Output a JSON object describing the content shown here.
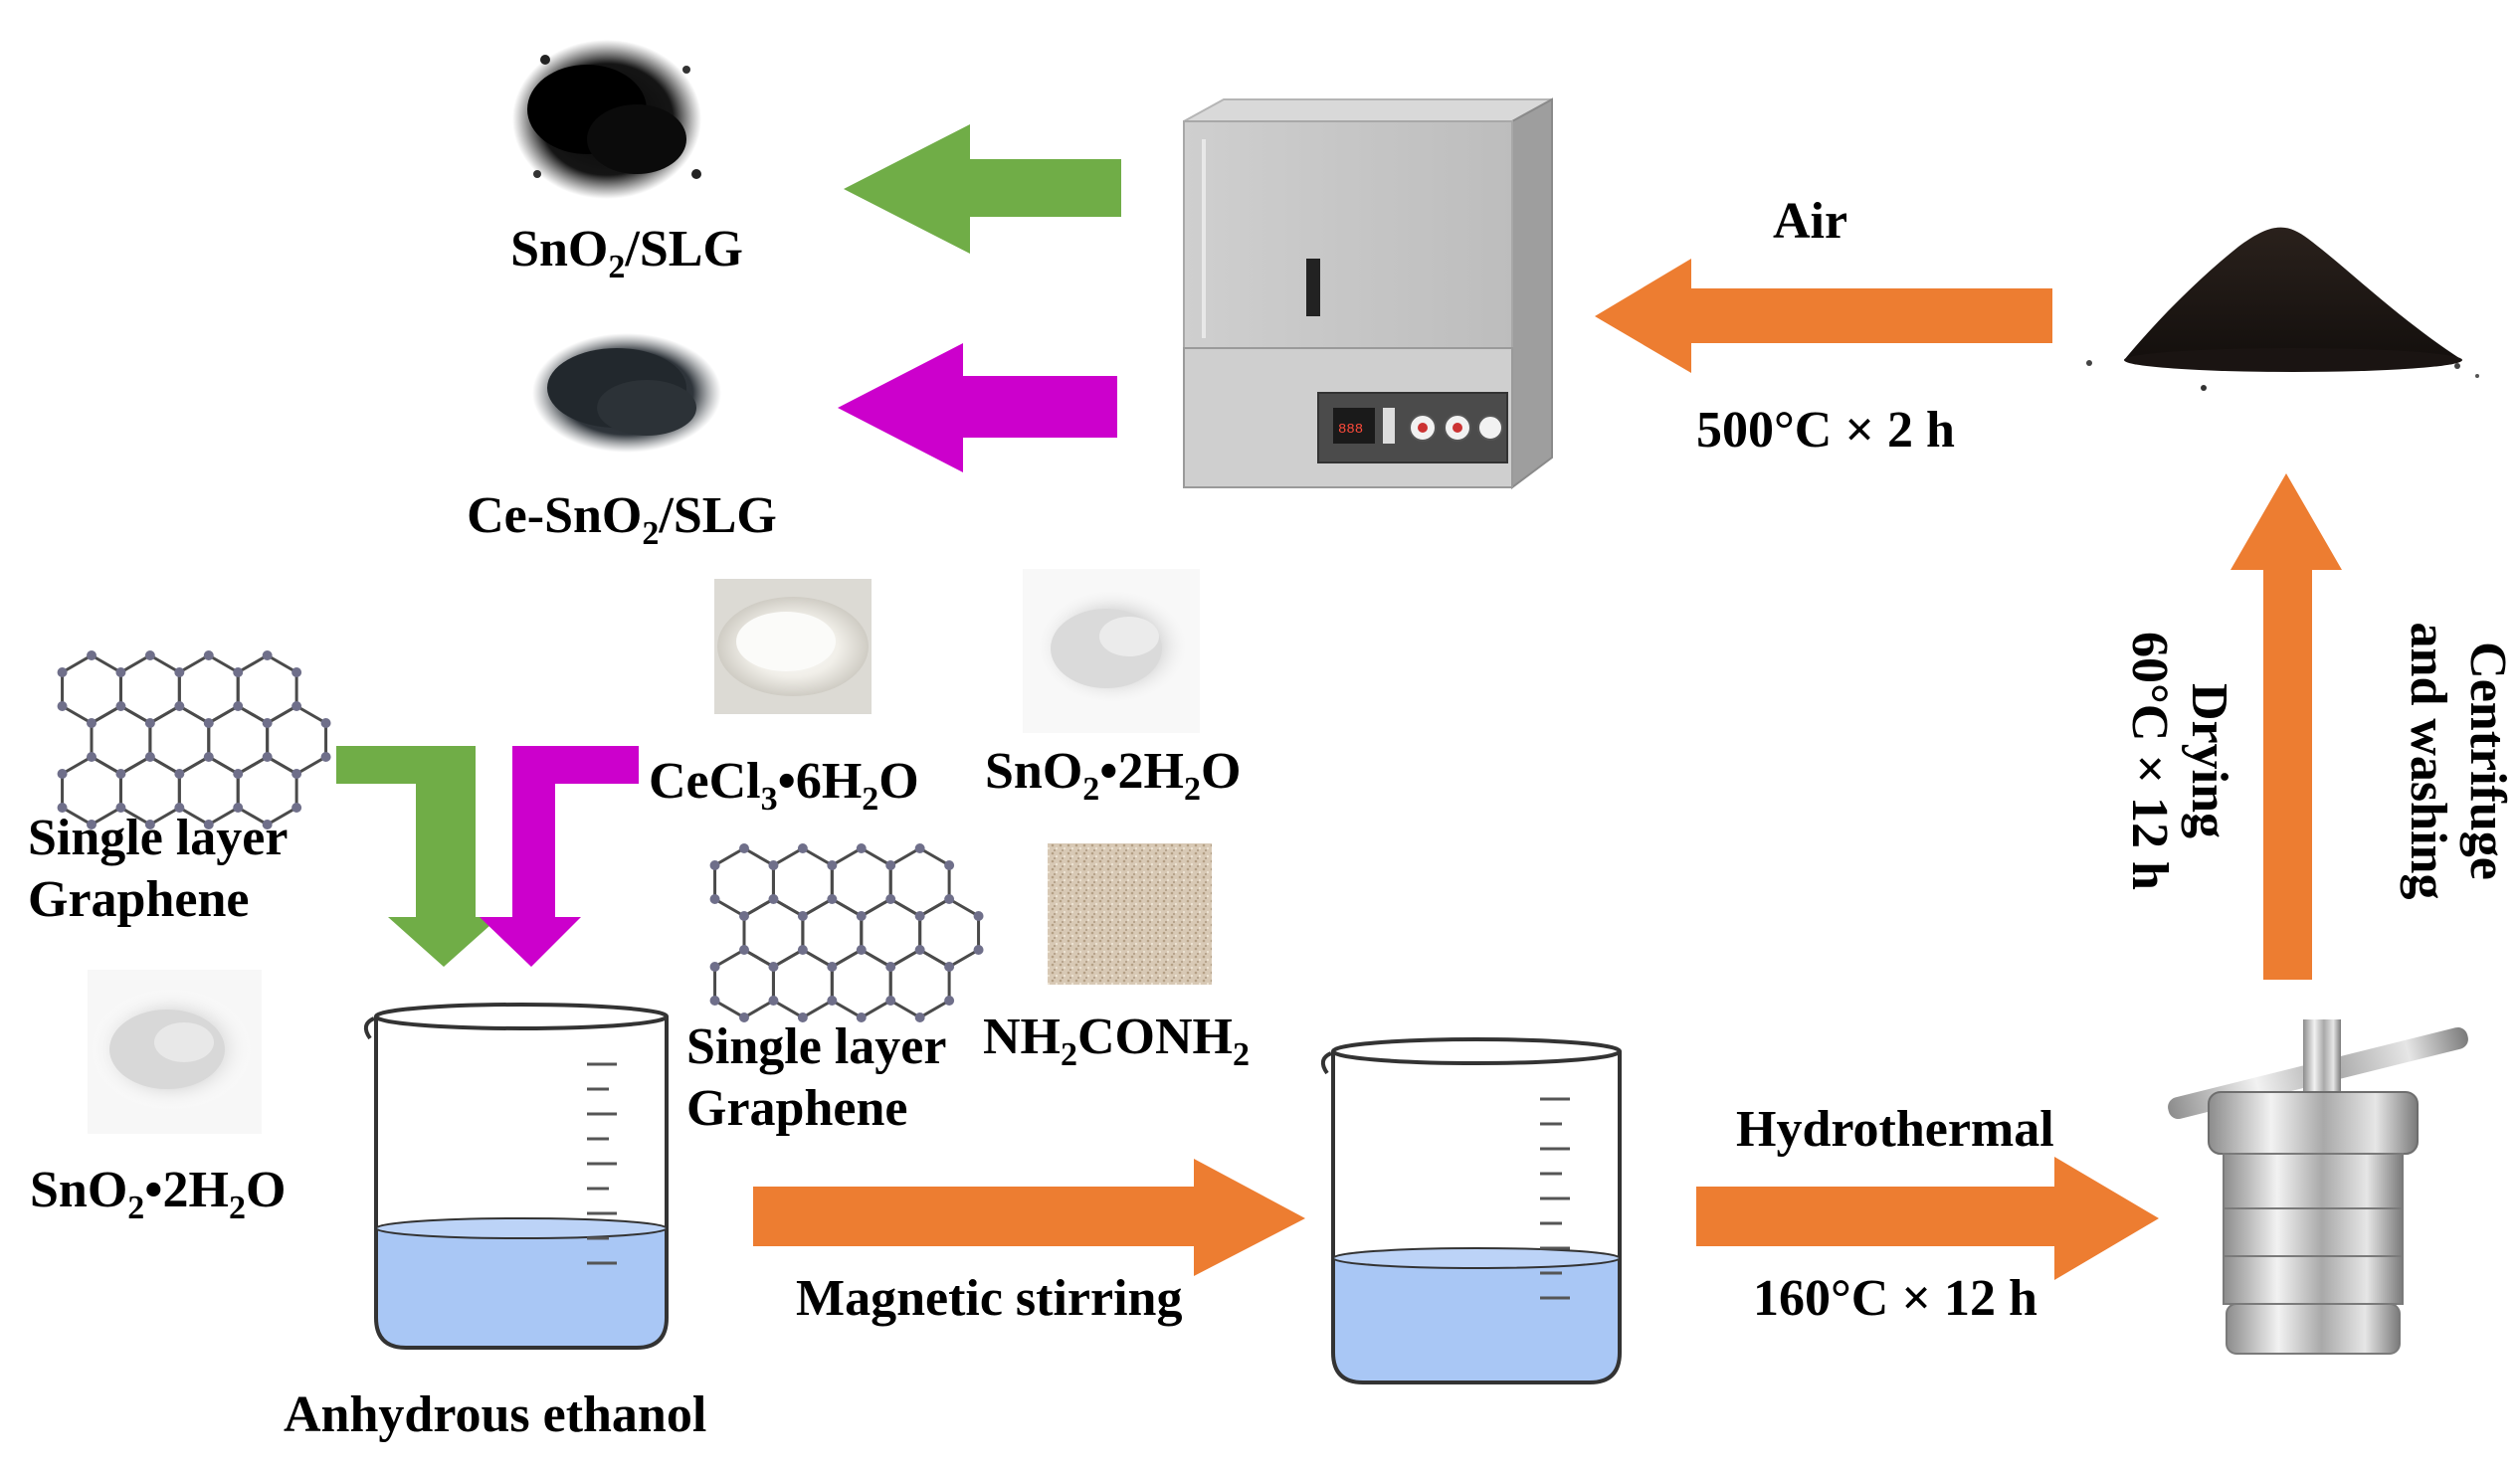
{
  "colors": {
    "arrow_orange": "#ED7D31",
    "arrow_green": "#70AD47",
    "arrow_magenta": "#CC00CC",
    "liquid_blue": "#A9C7F5",
    "graphene_node": "#6F6F8A"
  },
  "icons": {
    "furnace": "muffle-furnace-icon",
    "autoclave": "hydrothermal-autoclave-icon",
    "beaker": "beaker-icon",
    "graphene": "graphene-lattice-icon",
    "powder": "powder-sample-icon"
  },
  "products": {
    "sno2_slg": {
      "main": "SnO",
      "sub": "2",
      "rest": "/SLG"
    },
    "ce_sno2_slg": {
      "pre": "Ce-SnO",
      "sub": "2",
      "rest": "/SLG"
    }
  },
  "furnace_step": {
    "atmosphere": "Air",
    "condition": "500°C × 2 h"
  },
  "post_step": {
    "drying_line1": "Drying",
    "drying_line2": "60°C × 12 h",
    "wash_line1": "Centrifuge",
    "wash_line2": "and washing"
  },
  "reagents_left": {
    "graphene_line1": "Single layer",
    "graphene_line2": "Graphene",
    "tin": {
      "pre": "SnO",
      "sub1": "2",
      "mid": "•2H",
      "sub2": "2",
      "post": "O"
    }
  },
  "reagents_middle": {
    "cecl": {
      "pre": "CeCl",
      "sub1": "3",
      "mid": "•6H",
      "sub2": "2",
      "post": "O"
    },
    "tin": {
      "pre": "SnO",
      "sub1": "2",
      "mid": "•2H",
      "sub2": "2",
      "post": "O"
    },
    "graphene_line1": "Single layer",
    "graphene_line2": "Graphene",
    "urea": {
      "pre": "NH",
      "sub1": "2",
      "mid": "CONH",
      "sub2": "2"
    }
  },
  "solvent": "Anhydrous ethanol",
  "mixing_step": "Magnetic stirring",
  "hydrothermal_step": {
    "name": "Hydrothermal",
    "condition": "160°C × 12 h"
  }
}
